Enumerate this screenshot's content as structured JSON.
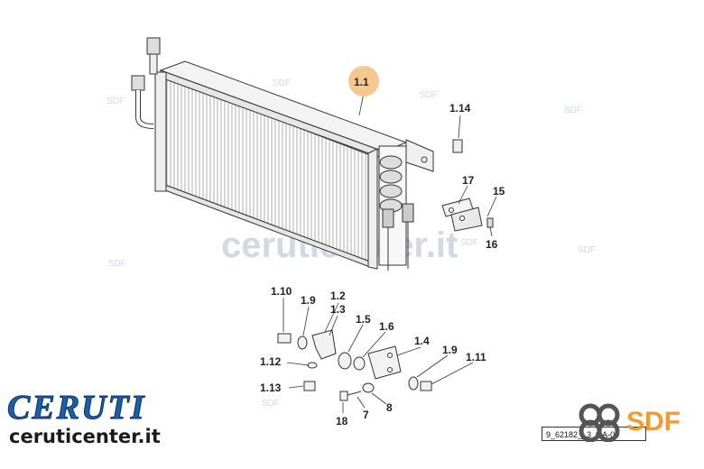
{
  "diagram": {
    "callouts": {
      "c1_1": "1.1",
      "c1_14": "1.14",
      "c17": "17",
      "c15": "15",
      "c16": "16",
      "c1_10": "1.10",
      "c1_9a": "1.9",
      "c1_2": "1.2",
      "c1_3": "1.3",
      "c1_5": "1.5",
      "c1_6": "1.6",
      "c1_4": "1.4",
      "c1_9b": "1.9",
      "c1_11": "1.11",
      "c1_12": "1.12",
      "c1_13": "1.13",
      "c18": "18",
      "c7": "7",
      "c8": "8"
    },
    "highlight_color": "#f5c98e",
    "drawing_code": "9_62182__3_0 A-00"
  },
  "watermark": {
    "main_text": "ceruticenter.it",
    "sdf_text": "SDF"
  },
  "branding": {
    "ceruti_logo": "CERUTI",
    "website": "ceruticenter.it",
    "sdf_logo": "SDF",
    "brand_blue": "#1a5fae",
    "sdf_orange": "#f29a2e"
  }
}
